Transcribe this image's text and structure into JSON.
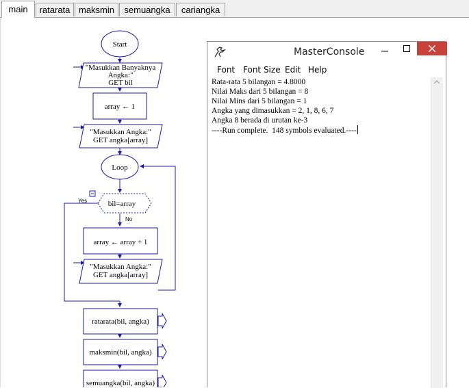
{
  "tabs": [
    {
      "label": "main",
      "active": true
    },
    {
      "label": "ratarata"
    },
    {
      "label": "maksmin"
    },
    {
      "label": "semuangka"
    },
    {
      "label": "cariangka"
    }
  ],
  "flow": {
    "start": "Start",
    "input1_line1": "\"Masukkan Banyaknya",
    "input1_line2": "Angka:\"",
    "input1_line3": "GET bil",
    "assign1": "array ← 1",
    "input2_line1": "\"Masukkan Angka:\"",
    "input2_line2": "GET angka[array]",
    "loop": "Loop",
    "decision": "bil=array",
    "yes": "Yes",
    "no": "No",
    "assign2": "array ← array + 1",
    "input3_line1": "\"Masukkan Angka:\"",
    "input3_line2": "GET angka[array]",
    "call1": "ratarata(bil, angka)",
    "call2": "maksmin(bil, angka)",
    "call3": "semuangka(bil, angka)"
  },
  "console_window": {
    "title": "MasterConsole",
    "menu": [
      "Font",
      "Font Size",
      "Edit",
      "Help"
    ],
    "lines": [
      "Rata-rata 5 bilangan = 4.8000",
      "Nilai Maks dari 5 bilangan = 8",
      "Nilai Mins dari 5 bilangan = 1",
      "Angka yang dimasukkan = 2, 1, 8, 6, 7",
      "Angka 8 berada di urutan ke-3",
      "----Run complete.  148 symbols evaluated.----"
    ]
  },
  "colors": {
    "flow_stroke": "#1a1aa6",
    "close_button": "#c8413a"
  }
}
